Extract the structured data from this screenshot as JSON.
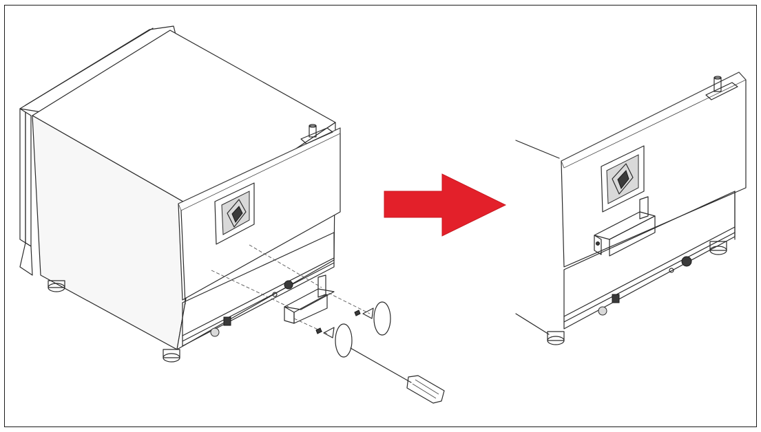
{
  "diagram": {
    "steps": [
      "before-installation",
      "after-installation"
    ],
    "colors": {
      "line": "#2a2a2a",
      "arrow": "#e3202a",
      "border": "#1a1a1a",
      "background": "#ffffff"
    },
    "icons": [
      "oven-left-view",
      "bracket",
      "screws",
      "screwdriver",
      "arrow-right",
      "oven-installed-view"
    ]
  }
}
